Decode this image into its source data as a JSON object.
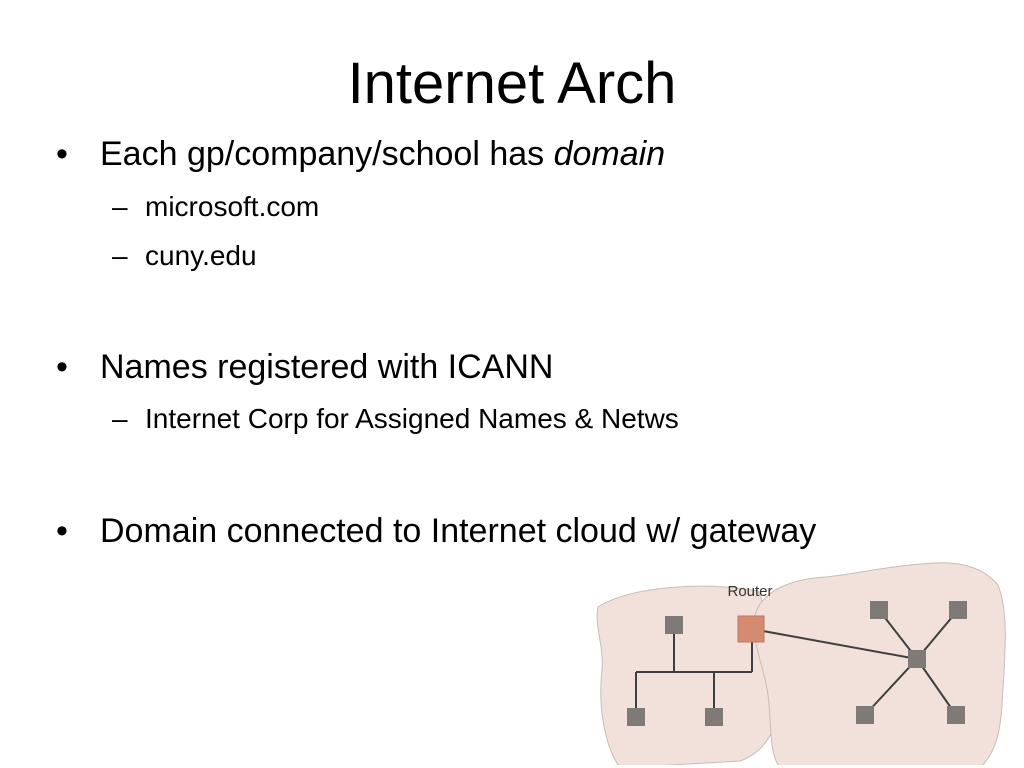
{
  "slide": {
    "title": "Internet Arch",
    "bullet_char": "•",
    "dash_char": "–",
    "bullets": [
      {
        "text": "Each gp/company/school has ",
        "emphasis": "domain",
        "subs": [
          "microsoft.com",
          "cuny.edu"
        ]
      },
      {
        "text": "Names registered with ICANN",
        "subs": [
          "Internet Corp for Assigned Names & Netws"
        ]
      },
      {
        "text": "Domain connected to Internet cloud w/ gateway"
      }
    ]
  },
  "diagram": {
    "router_label": "Router",
    "colors": {
      "cloud_fill": "#f1e1da",
      "cloud_stroke": "#c9bcb6",
      "router": "#d58a72",
      "node": "#7d7a77",
      "line": "#3f3f3f"
    }
  }
}
